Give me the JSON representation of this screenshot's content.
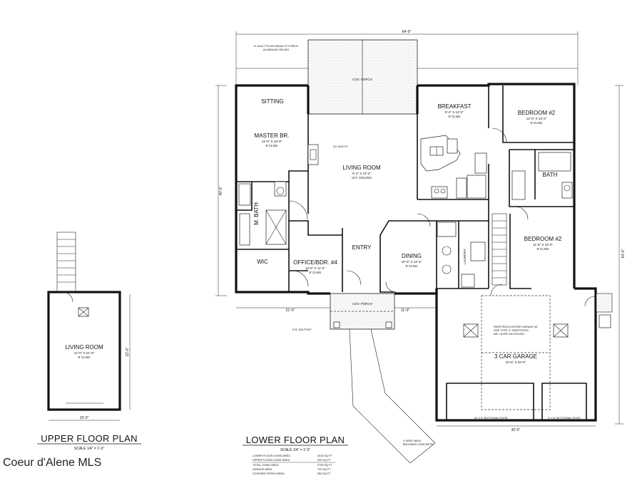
{
  "plan": {
    "lower_title": "LOWER FLOOR PLAN",
    "lower_scale": "SCALE 1/4\" = 1'-0\"",
    "upper_title": "UPPER FLOOR PLAN",
    "upper_scale": "SCALE 1/4\" = 1'-0\"",
    "watermark": "Coeur d'Alene MLS"
  },
  "rooms": {
    "sitting": "SITTING",
    "master_name": "MASTER BR.",
    "master_size": "13'-0\" X 18'-0\"",
    "master_clg": "9' CLNG",
    "living_name": "LIVING ROOM",
    "living_size": "9'-4\" X 13'-2\"",
    "living_clg": "VLT. CEILING",
    "breakfast_name": "BREAKFAST",
    "breakfast_size": "9'-4\" X 13'-2\"",
    "breakfast_clg": "9' CLNG",
    "bed2a_name": "BEDROOM #2",
    "bed2a_size": "12'-0\" X 13'-2\"",
    "bed2a_clg": "9' CLNG",
    "bath": "BATH",
    "bed2b_name": "BEDROOM #2",
    "bed2b_size": "11'-6\" X 15'-0\"",
    "bed2b_clg": "9' CLNG",
    "mbath": "M. BATH",
    "wic": "WIC",
    "office_name": "OFFICE/BDR. #4",
    "office_size": "10'-6\" X 11'-0\"",
    "office_clg": "9' CLNG",
    "entry": "ENTRY",
    "dining_name": "DINING",
    "dining_size": "10'-6\" X 13'-4\"",
    "dining_clg": "9' CLNG",
    "laundry": "LAUNDRY",
    "garage_name": "3 CAR GARAGE",
    "garage_size": "23'-6\" X 29'-0\"",
    "cov_porch_top": "COV. PORCH",
    "cov_porch_bottom": "COV. PORCH",
    "upper_living_name": "LIVING ROOM",
    "upper_living_size": "12'-0\" X 21'-6\"",
    "upper_living_clg": "8' CLNG"
  },
  "dimensions": {
    "overall_width": "64'-0\"",
    "right_depth": "64'-0\"",
    "left_depth": "40'-0\"",
    "bottom_left": "21'-0\"",
    "bottom_mid": "11'-0\"",
    "garage_width": "30'-0\"",
    "upper_width": "15'-0\"",
    "upper_depth": "22'-0\""
  },
  "notes": {
    "vault": "5' VAULT FLUSH BEAM TO PORCH\nALUMINUM CEILING",
    "gas_fp": "DV GAS F.P.",
    "post": "R.S. 8X8 POST",
    "garage_note": "SHEETROCK ENTIRE GARAGE W/\nONE TYPE 'X' SHEETROCK,\n5/8\" LAYER ON CEILING",
    "walk": "4' WIDE WALK\nBROOMED CONCRETE",
    "door_left": "16' X 8' SECTIONAL DOOR",
    "door_right": "9' X 8' SECTIONAL DOOR"
  },
  "areas": [
    {
      "label": "LOWER FLOOR LIVING AREA",
      "value": "2416 SQ FT"
    },
    {
      "label": "UPPER FLOOR LIVING AREA",
      "value": "293 SQ FT"
    },
    {
      "label": "TOTAL LIVING AREA",
      "value": "2709 SQ FT"
    },
    {
      "label": "GARAGE AREA",
      "value": "722 SQ FT"
    },
    {
      "label": "COVERED PORCH AREA",
      "value": "354 SQ FT"
    }
  ]
}
